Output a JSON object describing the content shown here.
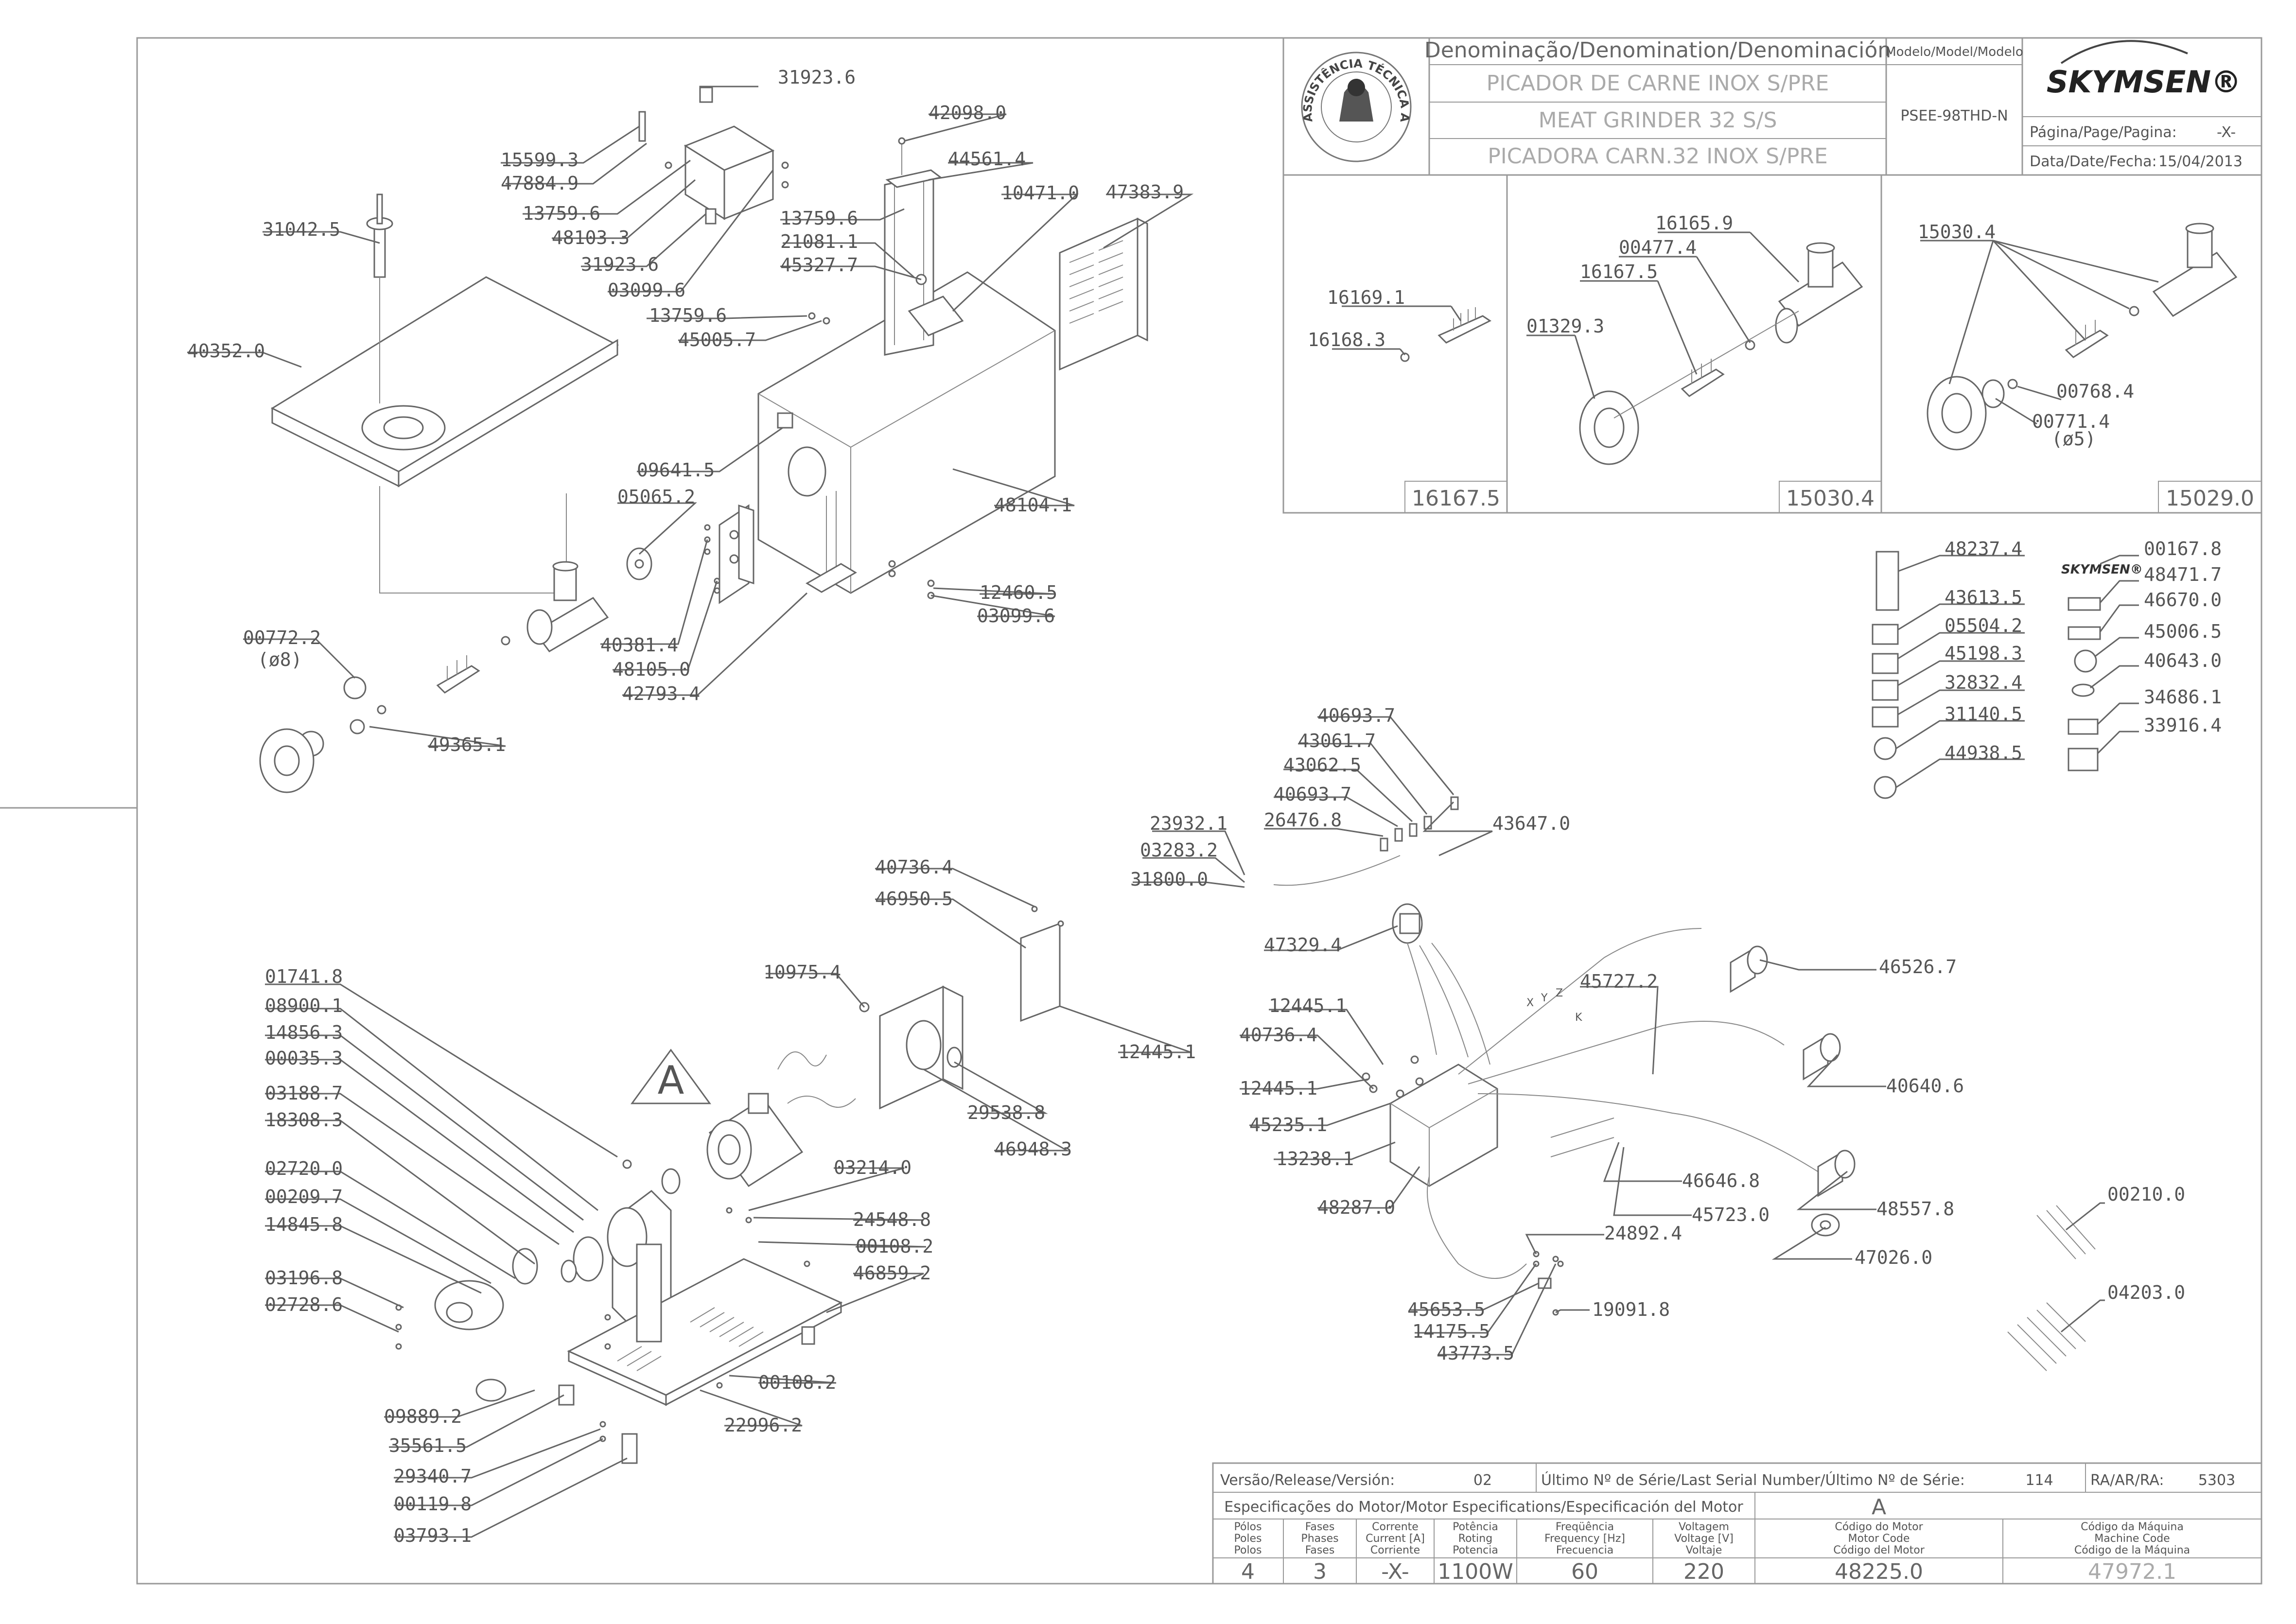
{
  "header": {
    "denomination_label": "Denominação/Denomination/Denominación",
    "model_label": "Modelo/Model/Modelo",
    "name_pt": "PICADOR DE CARNE INOX S/PRE",
    "name_en": "MEAT GRINDER 32 S/S",
    "name_es": "PICADORA CARN.32 INOX S/PRE",
    "model_code": "PSEE-98THD-N",
    "brand": "SKYMSEN®",
    "page_label": "Página/Page/Pagina:",
    "page_value": "-X-",
    "date_label": "Data/Date/Fecha:",
    "date_value": "15/04/2013",
    "seal_text": "ASSISTÊNCIA TÉCNICA AUTORIZADA"
  },
  "assemblies": [
    {
      "code": "16167.5",
      "parts": [
        "16169.1",
        "16168.3"
      ]
    },
    {
      "code": "15030.4",
      "parts": [
        "16165.9",
        "00477.4",
        "16167.5",
        "01329.3"
      ]
    },
    {
      "code": "15029.0",
      "parts": [
        "15030.4",
        "00768.4",
        "00771.4",
        "(ø5)"
      ]
    }
  ],
  "labels": {
    "top_group": [
      "31923.6",
      "15599.3",
      "47884.9",
      "13759.6",
      "48103.3",
      "31923.6",
      "03099.6",
      "13759.6",
      "45005.7",
      "31042.5",
      "40352.0",
      "42098.0",
      "44561.4",
      "10471.0",
      "13759.6",
      "21081.1",
      "45327.7",
      "47383.9",
      "09641.5",
      "05065.2",
      "48104.1",
      "12460.5",
      "03099.6",
      "40381.4",
      "48105.0",
      "42793.4",
      "00772.2",
      "(ø8)",
      "49365.1"
    ],
    "motor_group": [
      "01741.8",
      "08900.1",
      "14856.3",
      "00035.3",
      "03188.7",
      "18308.3",
      "02720.0",
      "00209.7",
      "14845.8",
      "03196.8",
      "02728.6",
      "09889.2",
      "35561.5",
      "29340.7",
      "00119.8",
      "03793.1",
      "40736.4",
      "46950.5",
      "10975.4",
      "12445.1",
      "29538.8",
      "46948.3",
      "03214.0",
      "24548.8",
      "00108.2",
      "46859.2",
      "00108.2",
      "22996.2"
    ],
    "electric_group": [
      "40693.7",
      "43061.7",
      "43062.5",
      "40693.7",
      "26476.8",
      "43647.0",
      "23932.1",
      "03283.2",
      "31800.0",
      "47329.4",
      "45727.2",
      "46526.7",
      "12445.1",
      "40736.4",
      "12445.1",
      "45235.1",
      "13238.1",
      "48287.0",
      "40640.6",
      "46646.8",
      "45723.0",
      "48557.8",
      "24892.4",
      "47026.0",
      "45653.5",
      "14175.5",
      "19091.8",
      "43773.5"
    ],
    "side_labels_left": [
      "48237.4",
      "43613.5",
      "05504.2",
      "45198.3",
      "32832.4",
      "31140.5",
      "44938.5"
    ],
    "side_labels_right": [
      "00167.8",
      "48471.7",
      "46670.0",
      "45006.5",
      "40643.0",
      "34686.1",
      "33916.4"
    ],
    "cables": [
      "00210.0",
      "04203.0"
    ],
    "motor_symbol": "A",
    "wire_letters": [
      "X",
      "Y",
      "Z",
      "K"
    ]
  },
  "footer": {
    "version_label": "Versão/Release/Versión:",
    "version_value": "02",
    "serial_label": "Último Nº de Série/Last Serial Number/Último Nº de Série:",
    "serial_value": "114",
    "ra_label": "RA/AR/RA:",
    "ra_value": "5303",
    "motor_spec_label": "Especificações do Motor/Motor Especifications/Especificación del Motor",
    "motor_letter": "A",
    "columns": [
      {
        "h1": "Pólos",
        "h2": "Poles",
        "h3": "Polos",
        "value": "4"
      },
      {
        "h1": "Fases",
        "h2": "Phases",
        "h3": "Fases",
        "value": "3"
      },
      {
        "h1": "Corrente",
        "h2": "Current [A]",
        "h3": "Corriente",
        "value": "-X-"
      },
      {
        "h1": "Potência",
        "h2": "Roting",
        "h3": "Potencia",
        "value": "1100W"
      },
      {
        "h1": "Freqüência",
        "h2": "Frequency [Hz]",
        "h3": "Frecuencia",
        "value": "60"
      },
      {
        "h1": "Voltagem",
        "h2": "Voltage [V]",
        "h3": "Voltaje",
        "value": "220"
      },
      {
        "h1": "Código do Motor",
        "h2": "Motor Code",
        "h3": "Código del Motor",
        "value": "48225.0"
      },
      {
        "h1": "Código da Máquina",
        "h2": "Machine Code",
        "h3": "Código de la Máquina",
        "value": "47972.1"
      }
    ]
  }
}
